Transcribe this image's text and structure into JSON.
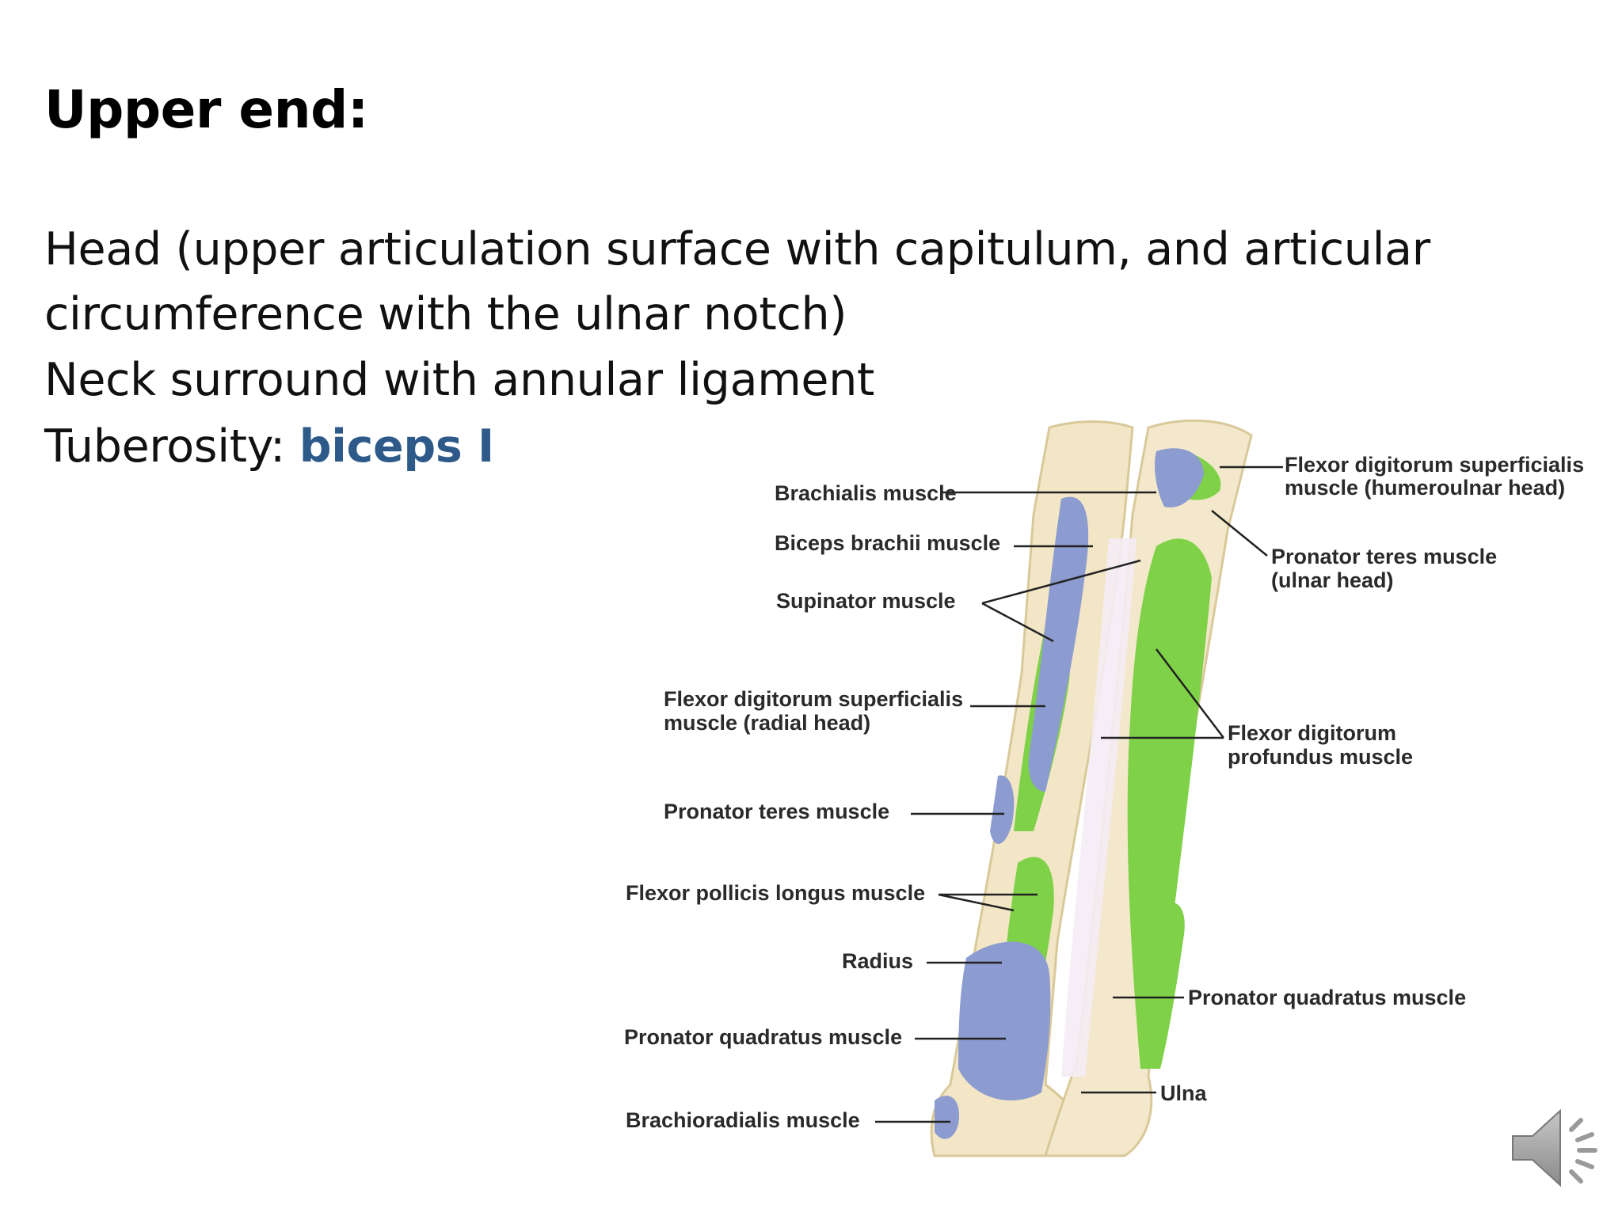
{
  "slide": {
    "title": "Upper end:",
    "lines": [
      "Head (upper articulation surface with capitulum, and articular",
      "circumference with the ulnar notch)",
      "Neck surround with annular ligament"
    ],
    "tuberosity_prefix": "Tuberosity: ",
    "tuberosity_term": "biceps I",
    "accent_color": "#2e5a8a"
  },
  "figure": {
    "colors": {
      "bone": "#f2e6c6",
      "muscle_origin": "#7fd148",
      "muscle_insertion": "#8c9bd0"
    },
    "labels_left": [
      "Brachialis muscle",
      "Biceps brachii muscle",
      "Supinator muscle",
      "Flexor digitorum superficialis",
      "muscle (radial head)",
      "Pronator teres muscle",
      "Flexor pollicis longus muscle",
      "Radius",
      "Pronator quadratus muscle",
      "Brachioradialis muscle"
    ],
    "labels_right": [
      "Flexor digitorum superficialis",
      "muscle (humeroulnar head)",
      "Pronator teres muscle",
      "(ulnar head)",
      "Flexor digitorum",
      "profundus muscle",
      "Pronator quadratus muscle",
      "Ulna"
    ]
  },
  "audio": {
    "icon": "speaker-icon"
  }
}
